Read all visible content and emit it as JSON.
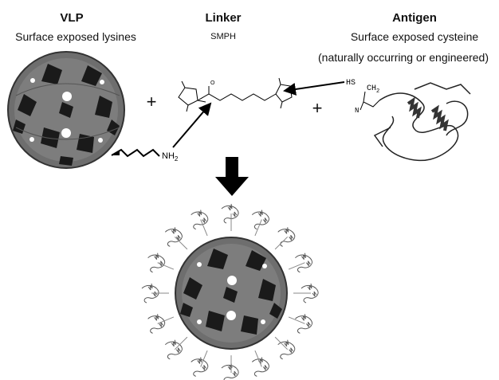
{
  "vlp": {
    "title": "VLP",
    "subtitle": "Surface exposed lysines"
  },
  "linker": {
    "title": "Linker",
    "subtitle": "SMPH"
  },
  "antigen": {
    "title": "Antigen",
    "subtitle": "Surface exposed cysteine",
    "note": "(naturally occurring or engineered)"
  },
  "operators": {
    "plus_left": "+",
    "plus_right": "+"
  },
  "chem": {
    "amine": "NH",
    "amine_sub": "2",
    "hs": "HS",
    "ch": "CH",
    "ch_sub": "2",
    "n": "N",
    "o": "O"
  },
  "colors": {
    "shell": "#6e6e6e",
    "dark_subunit": "#1a1a1a",
    "arrow": "#000000",
    "background": "#ffffff"
  }
}
